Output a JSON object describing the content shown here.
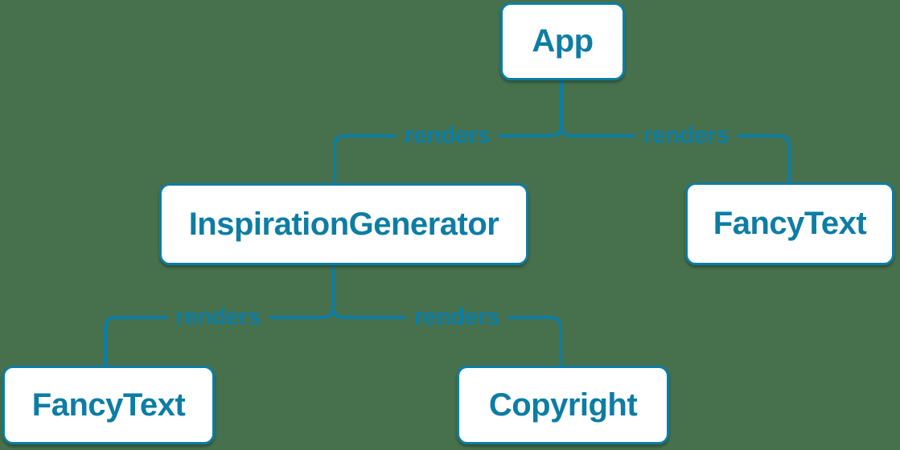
{
  "diagram": {
    "type": "react-component-render-tree",
    "background_color": "#47714d",
    "accent_color": "#0d7da4",
    "node_fill_color": "#ffffff",
    "nodes": [
      {
        "id": "app",
        "label": "App"
      },
      {
        "id": "inspiration-generator",
        "label": "InspirationGenerator"
      },
      {
        "id": "fancy-text-top-right",
        "label": "FancyText"
      },
      {
        "id": "fancy-text-bottom-left",
        "label": "FancyText"
      },
      {
        "id": "copyright",
        "label": "Copyright"
      }
    ],
    "edges": [
      {
        "from": "App",
        "to": "InspirationGenerator",
        "label": "renders"
      },
      {
        "from": "App",
        "to": "FancyText",
        "label": "renders"
      },
      {
        "from": "InspirationGenerator",
        "to": "FancyText",
        "label": "renders"
      },
      {
        "from": "InspirationGenerator",
        "to": "Copyright",
        "label": "renders"
      }
    ]
  }
}
